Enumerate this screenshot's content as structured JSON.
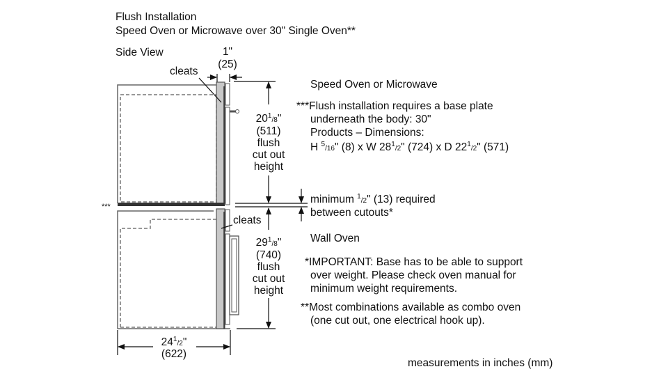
{
  "title": {
    "line1": "Flush Installation",
    "line2": "Speed Oven or Microwave over 30\" Single Oven**"
  },
  "side_view": "Side View",
  "top_dim": {
    "inch": "1\"",
    "mm": "(25)"
  },
  "cleats_upper": "cleats",
  "cleats_lower": "cleats",
  "base_plate_marker": "***",
  "upper_dim": {
    "whole": "20",
    "num": "1",
    "den": "/8",
    "unit": "\"",
    "mm": "(511)",
    "l1": "flush",
    "l2": "cut out",
    "l3": "height"
  },
  "lower_dim": {
    "whole": "29",
    "num": "1",
    "den": "/8",
    "unit": "\"",
    "mm": "(740)",
    "l1": "flush",
    "l2": "cut out",
    "l3": "height"
  },
  "width_dim": {
    "whole": "24",
    "num": "1",
    "den": "/2",
    "unit": "\"",
    "mm": "(622)"
  },
  "speed_oven": {
    "heading": "Speed Oven or Microwave",
    "note1": "***Flush installation requires a base plate",
    "note2": "underneath the body: 30\"",
    "note3": "Products – Dimensions:",
    "dims": {
      "a": "H ",
      "a_num": "5",
      "a_den": "/16",
      "b": "\" (8) x W 28",
      "b_num": "1",
      "b_den": "/2",
      "c": "\" (724) x D 22",
      "c_num": "1",
      "c_den": "/2",
      "d": "\" (571)"
    }
  },
  "minimum": {
    "a": "minimum ",
    "num": "1",
    "den": "/2",
    "b": "\" (13) required",
    "line2": "between cutouts*"
  },
  "wall_oven": {
    "heading": "Wall Oven",
    "important1": "*IMPORTANT: Base has to be able to support",
    "important2": "over weight. Please check oven manual for",
    "important3": "minimum weight requirements.",
    "combo1": "**Most combinations available as combo oven",
    "combo2": "(one cut out, one electrical hook up)."
  },
  "footer": "measurements in inches (mm)"
}
